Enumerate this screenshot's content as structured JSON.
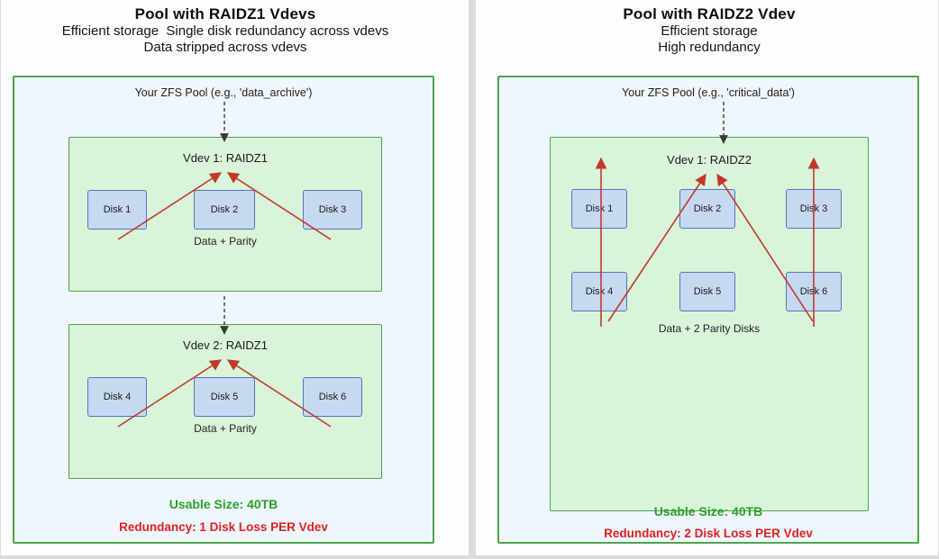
{
  "diagram": {
    "left": {
      "title": "Pool with RAIDZ1 Vdevs",
      "subtitle_line1": "Efficient storage  Single disk redundancy across vdevs",
      "subtitle_line2": "Data stripped across vdevs",
      "pool_label": "Your ZFS Pool (e.g., 'data_archive')",
      "vdev1": {
        "label": "Vdev 1: RAIDZ1",
        "disks": [
          "Disk 1",
          "Disk 2",
          "Disk 3"
        ],
        "note": "Data + Parity"
      },
      "vdev2": {
        "label": "Vdev 2: RAIDZ1",
        "disks": [
          "Disk 4",
          "Disk 5",
          "Disk 6"
        ],
        "note": "Data + Parity"
      },
      "usable_size": "Usable Size: 40TB",
      "redundancy": "Redundancy: 1 Disk Loss PER Vdev"
    },
    "right": {
      "title": "Pool with RAIDZ2 Vdev",
      "subtitle_line1": "Efficient storage",
      "subtitle_line2": "High redundancy",
      "pool_label": "Your ZFS Pool (e.g., 'critical_data')",
      "vdev1": {
        "label": "Vdev 1: RAIDZ2",
        "disks_row1": [
          "Disk 1",
          "Disk 2",
          "Disk 3"
        ],
        "disks_row2": [
          "Disk 4",
          "Disk 5",
          "Disk 6"
        ],
        "note": "Data + 2 Parity Disks"
      },
      "usable_size": "Usable Size: 40TB",
      "redundancy": "Redundancy: 2 Disk Loss PER Vdev"
    },
    "colors": {
      "pool_border": "#4ca64c",
      "pool_fill": "#eff7fd",
      "vdev_fill": "#d9f4d9",
      "disk_fill": "#c6d9f1",
      "disk_border": "#4f78b8",
      "stripe_arrow_red": "#c0392b",
      "flow_arrow_gray": "#3a3a3a",
      "usable_text_green": "#2ca02c",
      "redundancy_text_red": "#e02020"
    }
  }
}
